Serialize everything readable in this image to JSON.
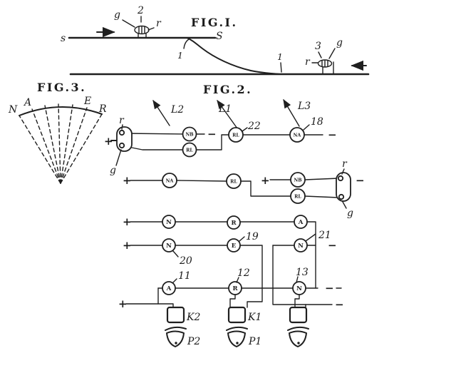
{
  "fig1": {
    "title": "FIG.I.",
    "s_left": "s",
    "s_right": "S",
    "lamp2": {
      "num": "2",
      "g": "g",
      "r": "r"
    },
    "joint_left": "1",
    "joint_right": "1",
    "lamp3": {
      "num": "3",
      "r": "r",
      "g": "g"
    }
  },
  "fig3": {
    "title": "FIG.3.",
    "arc_labels": {
      "n": "N",
      "a": "A",
      "e": "E",
      "r": "R"
    }
  },
  "fig2": {
    "title": "FIG.2.",
    "lamp_pointers": {
      "l2": "L2",
      "l1": "L1",
      "l3": "L3"
    },
    "row1": {
      "plus": "+",
      "r": "r",
      "g": "g",
      "c1": "NB",
      "c2": "RL",
      "minus1": "−",
      "n22": "22",
      "c3": "RL",
      "n18": "18",
      "c4": "NA",
      "minus2": "−"
    },
    "row2": {
      "plus1": "+",
      "c1": "NA",
      "c2": "RL",
      "plus2": "+",
      "c3": "NB",
      "c4": "RL",
      "r": "r",
      "g": "g",
      "minus": "−"
    },
    "row3": {
      "plus": "+",
      "c1": "N",
      "c2": "R",
      "c3": "A"
    },
    "row4": {
      "plus": "+",
      "c1": "N",
      "n20": "20",
      "c2": "E",
      "n19": "19",
      "c3": "N",
      "n21": "21",
      "minus": "−"
    },
    "row5": {
      "c1": "A",
      "n11": "11",
      "c2": "R",
      "n12": "12",
      "c3": "N",
      "n13": "13",
      "minus1": "−",
      "plus": "+",
      "minus2": "−",
      "k2": "K2",
      "k1": "K1",
      "p2": "P2",
      "p1": "P1"
    }
  }
}
